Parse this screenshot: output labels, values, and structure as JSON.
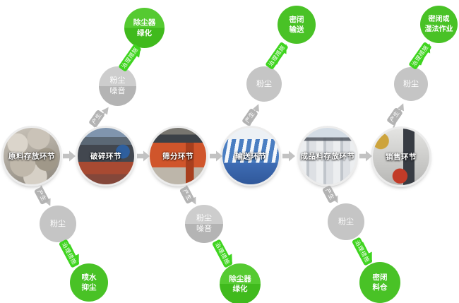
{
  "flow": {
    "stages": [
      {
        "label": "原料存放环节"
      },
      {
        "label": "破碎环节"
      },
      {
        "label": "筛分环节"
      },
      {
        "label": "输送环节"
      },
      {
        "label": "成品料存放环节"
      },
      {
        "label": "销售环节"
      }
    ],
    "produce_label": "产生",
    "treat_label": "治理措施",
    "hazards": [
      {
        "at": "below-raw-material-storage",
        "lines": [
          "粉尘"
        ]
      },
      {
        "at": "above-crushing",
        "lines": [
          "粉尘",
          "噪音"
        ]
      },
      {
        "at": "below-screening",
        "lines": [
          "粉尘",
          "噪音"
        ]
      },
      {
        "at": "above-conveying",
        "lines": [
          "粉尘"
        ]
      },
      {
        "at": "below-finished-product-storage",
        "lines": [
          "粉尘"
        ]
      },
      {
        "at": "above-sales",
        "lines": [
          "粉尘"
        ]
      }
    ],
    "solutions": [
      {
        "at": "below-raw-material-storage",
        "lines": [
          "喷水",
          "抑尘"
        ]
      },
      {
        "at": "above-crushing",
        "lines": [
          "除尘器",
          "绿化"
        ]
      },
      {
        "at": "below-screening",
        "lines": [
          "除尘器",
          "绿化"
        ]
      },
      {
        "at": "above-conveying",
        "lines": [
          "密闭",
          "输送"
        ]
      },
      {
        "at": "below-finished-product-storage",
        "lines": [
          "密闭",
          "料仓"
        ]
      },
      {
        "at": "above-sales",
        "lines": [
          "密闭或",
          "湿法作业"
        ]
      }
    ],
    "colors": {
      "solution_green": "#49c226",
      "hazard_gray": "#c5c5c5",
      "arrow_green": "#3fd41f",
      "arrow_gray": "#bdbdbd"
    }
  }
}
